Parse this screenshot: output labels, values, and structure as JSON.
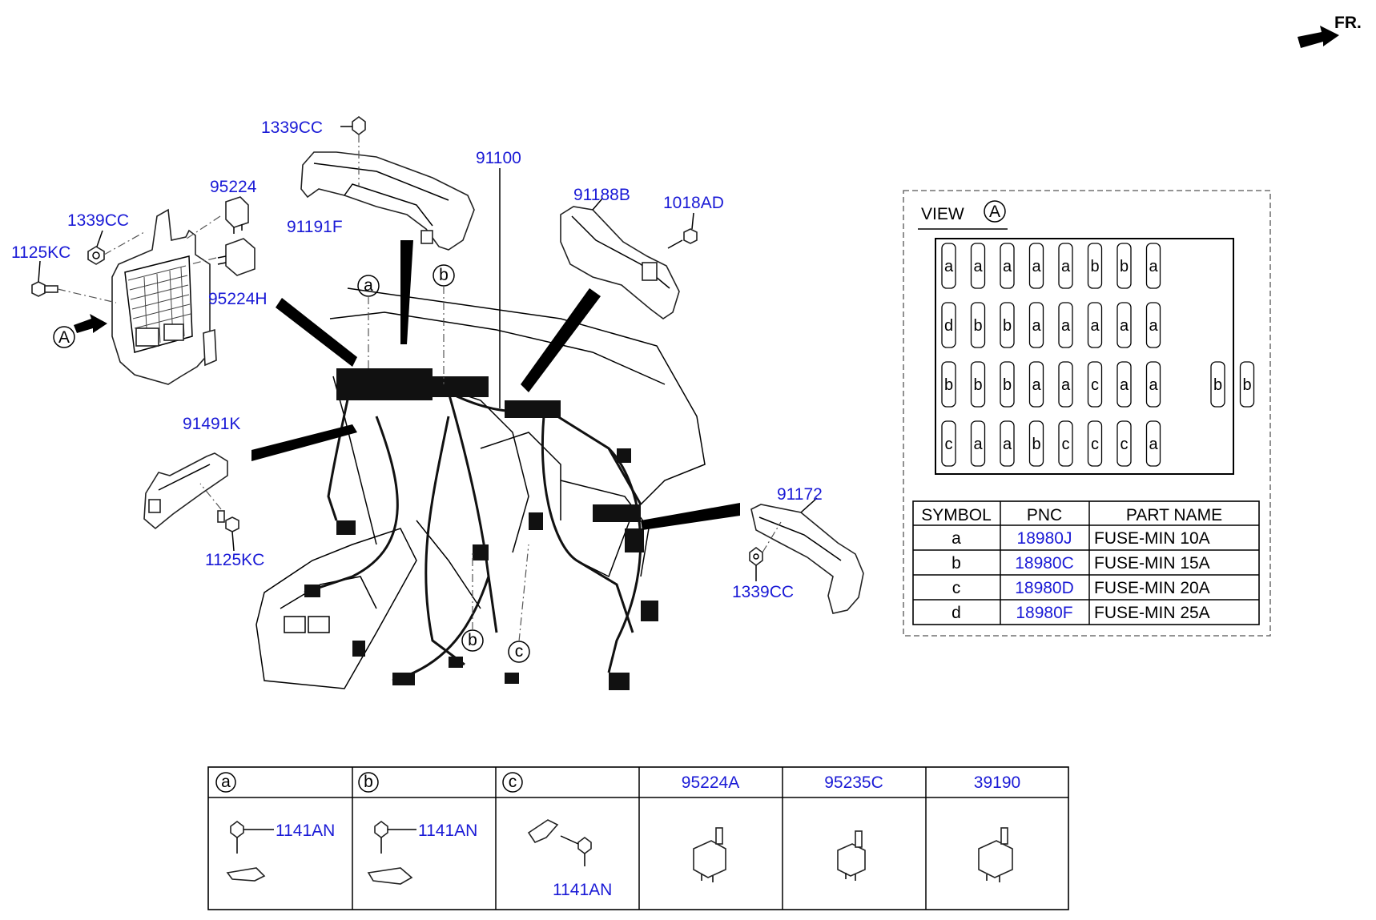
{
  "orientation": {
    "front_label": "FR."
  },
  "main_labels": {
    "l_1339cc_top": "1339CC",
    "l_91191f": "91191F",
    "l_91100": "91100",
    "l_95224": "95224",
    "l_1339cc_left": "1339CC",
    "l_1125kc_left": "1125KC",
    "l_95224h": "95224H",
    "l_91188b": "91188B",
    "l_1018ad": "1018AD",
    "l_91491k": "91491K",
    "l_1125kc_bottom": "1125KC",
    "l_91172": "91172",
    "l_1339cc_right": "1339CC"
  },
  "callouts": {
    "view_ref": "A",
    "a": "a",
    "b": "b",
    "b2": "b",
    "c": "c"
  },
  "view_a": {
    "title": "VIEW",
    "ref": "A",
    "fuse_rows": [
      [
        "a",
        "a",
        "a",
        "a",
        "a",
        "b",
        "b",
        "a"
      ],
      [
        "d",
        "b",
        "b",
        "a",
        "a",
        "a",
        "a",
        "a"
      ],
      [
        "b",
        "b",
        "b",
        "a",
        "a",
        "c",
        "a",
        "a",
        "b",
        "b"
      ],
      [
        "c",
        "a",
        "a",
        "b",
        "c",
        "c",
        "c",
        "a"
      ]
    ],
    "table": {
      "headers": [
        "SYMBOL",
        "PNC",
        "PART NAME"
      ],
      "rows": [
        {
          "symbol": "a",
          "pnc": "18980J",
          "name": "FUSE-MIN 10A"
        },
        {
          "symbol": "b",
          "pnc": "18980C",
          "name": "FUSE-MIN 15A"
        },
        {
          "symbol": "c",
          "pnc": "18980D",
          "name": "FUSE-MIN 20A"
        },
        {
          "symbol": "d",
          "pnc": "18980F",
          "name": "FUSE-MIN 25A"
        }
      ]
    }
  },
  "bottom_table": {
    "cells": [
      {
        "header": "a",
        "circled": true,
        "label": "1141AN"
      },
      {
        "header": "b",
        "circled": true,
        "label": "1141AN"
      },
      {
        "header": "c",
        "circled": true,
        "label": "1141AN"
      },
      {
        "header": "95224A",
        "circled": false,
        "label": ""
      },
      {
        "header": "95235C",
        "circled": false,
        "label": ""
      },
      {
        "header": "39190",
        "circled": false,
        "label": ""
      }
    ]
  },
  "colors": {
    "part_number": "#1a1ad6",
    "line": "#000000"
  }
}
